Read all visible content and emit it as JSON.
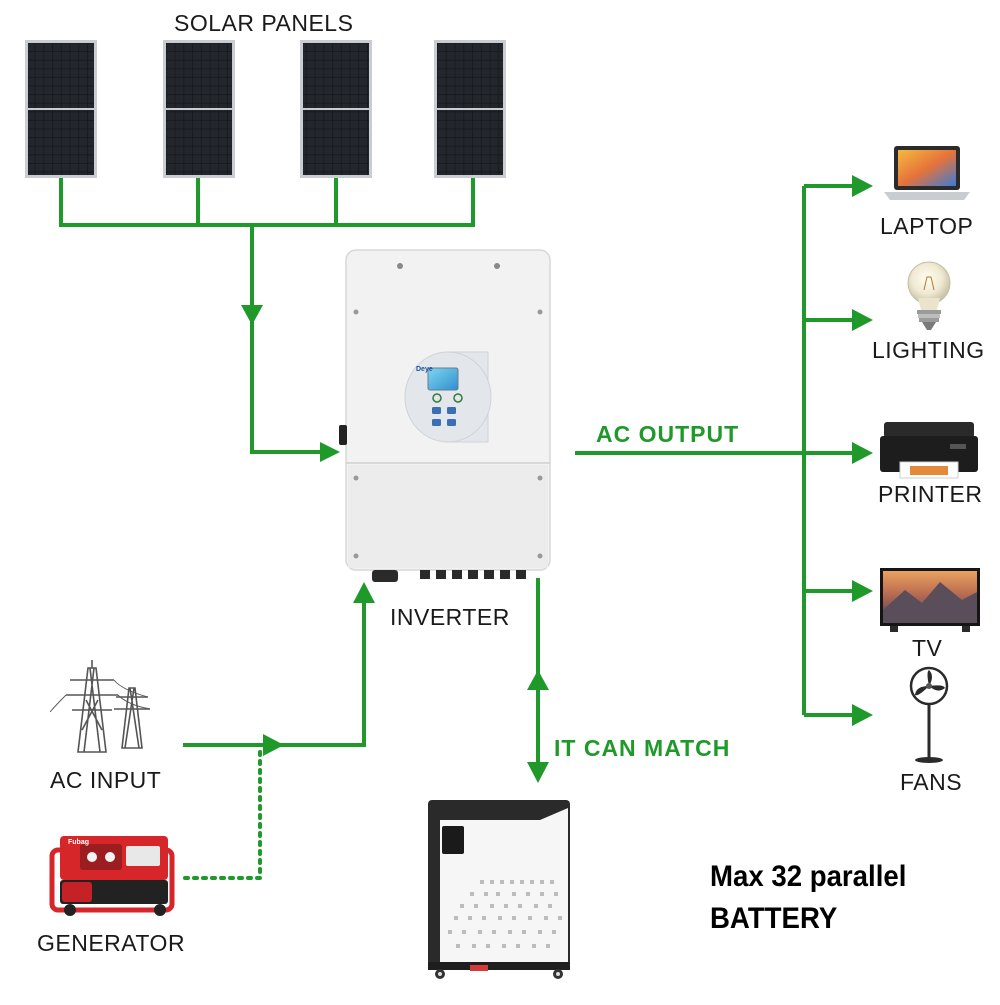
{
  "labels": {
    "solar_panels": "SOLAR PANELS",
    "inverter": "INVERTER",
    "ac_input": "AC INPUT",
    "generator": "GENERATOR",
    "laptop": "LAPTOP",
    "lighting": "LIGHTING",
    "printer": "PRINTER",
    "tv": "TV",
    "fans": "FANS"
  },
  "flow_labels": {
    "ac_output": "AC OUTPUT",
    "it_can_match": "IT CAN MATCH"
  },
  "battery_note": {
    "line1": "Max 32 parallel",
    "line2": "BATTERY"
  },
  "inverter_brand": "Deye",
  "generator_brand": "Fubag",
  "colors": {
    "flow_line": "#1f9a2a",
    "flow_text": "#1f9a2a",
    "panel_cell": "#1b1d22",
    "panel_frame": "#c9ccd1",
    "inverter_body": "#f2f2f2",
    "battery_body": "#2a2a2a",
    "generator_red": "#d7262a"
  },
  "icons": [
    "solar-panel-icon",
    "inverter-icon",
    "pylon-icon",
    "generator-icon",
    "battery-icon",
    "laptop-icon",
    "bulb-icon",
    "printer-icon",
    "tv-icon",
    "fan-icon",
    "arrow-icon"
  ]
}
